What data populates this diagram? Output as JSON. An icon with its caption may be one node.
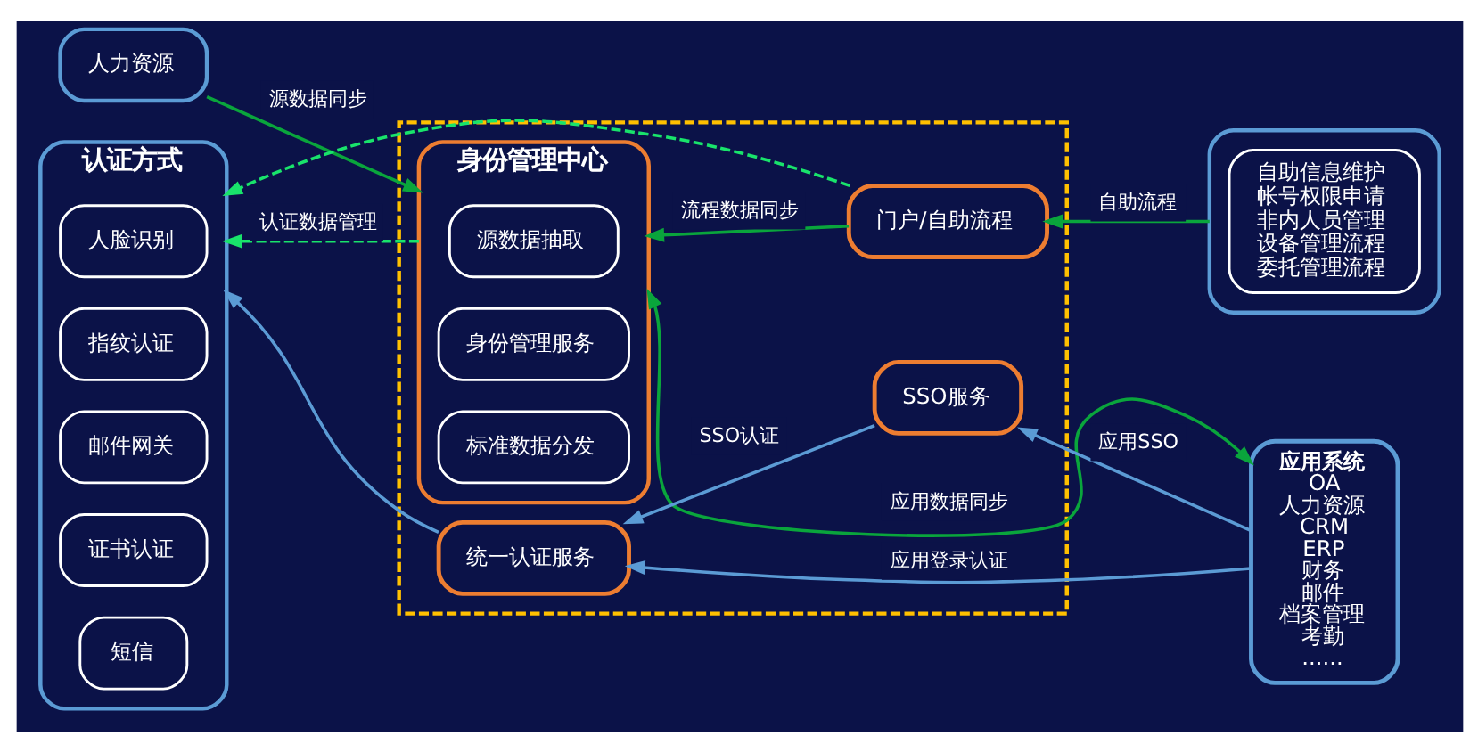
{
  "diagram": {
    "nodes": [
      {
        "text": [
          "人力资源"
        ]
      },
      {
        "text": [
          "认证方式"
        ]
      },
      {
        "text": [
          "人脸识别"
        ],
        "in": 1
      },
      {
        "text": [
          "指纹认证"
        ],
        "in": 1
      },
      {
        "text": [
          "邮件网关"
        ],
        "in": 1
      },
      {
        "text": [
          "证书认证"
        ],
        "in": 1
      },
      {
        "text": [
          "短信"
        ],
        "in": 1
      },
      {
        "text": [],
        "shape": "box"
      },
      {
        "text": [
          "身份管理中心"
        ],
        "in": 7
      },
      {
        "text": [
          "源数据抽取"
        ],
        "in": 8
      },
      {
        "text": [
          "身份管理服务"
        ],
        "in": 8
      },
      {
        "text": [
          "标准数据分发"
        ],
        "in": 8
      },
      {
        "text": [
          "统一认证服务"
        ],
        "in": 7
      },
      {
        "text": [
          "SSO服务"
        ],
        "in": 7
      },
      {
        "text": [
          "门户/自助流程"
        ],
        "in": 7
      },
      {
        "text": [],
        "shape": "box"
      },
      {
        "text": [
          "自助信息维护",
          "帐号权限申请",
          "非内人员管理",
          "设备管理流程",
          "委托管理流程"
        ],
        "in": 15
      },
      {
        "text": [
          "应用系统",
          "OA",
          "人力资源",
          "CRM",
          "ERP",
          "财务",
          "邮件",
          "档案管理",
          "考勤",
          "......"
        ]
      }
    ],
    "edges": [
      {
        "from": 0,
        "to": 8,
        "arrow": "to",
        "label": "源数据同步",
        "color": "#0aa53c"
      },
      {
        "from": 8,
        "to": 1,
        "arrow": "to",
        "label": "认证数据管理",
        "style": "dashed",
        "color": "#19e36b"
      },
      {
        "from": 14,
        "to": 1,
        "arrow": "to",
        "style": "dashed",
        "color": "#19e36b"
      },
      {
        "from": 12,
        "to": 1,
        "arrow": "to",
        "color": "#5b9bd5"
      },
      {
        "from": 13,
        "to": 12,
        "arrow": "to",
        "label": "SSO认证",
        "color": "#5b9bd5"
      },
      {
        "from": 17,
        "to": 12,
        "arrow": "to",
        "label": "应用登录认证",
        "color": "#5b9bd5"
      },
      {
        "from": 17,
        "to": 13,
        "arrow": "to",
        "label": "应用SSO",
        "color": "#5b9bd5"
      },
      {
        "from": 8,
        "to": 17,
        "arrow": "both",
        "label": "应用数据同步",
        "color": "#0aa53c"
      },
      {
        "from": 14,
        "to": 8,
        "arrow": "to",
        "label": "流程数据同步",
        "color": "#0aa53c"
      },
      {
        "from": 15,
        "to": 14,
        "arrow": "to",
        "label": "自助流程",
        "color": "#0aa53c"
      }
    ]
  }
}
